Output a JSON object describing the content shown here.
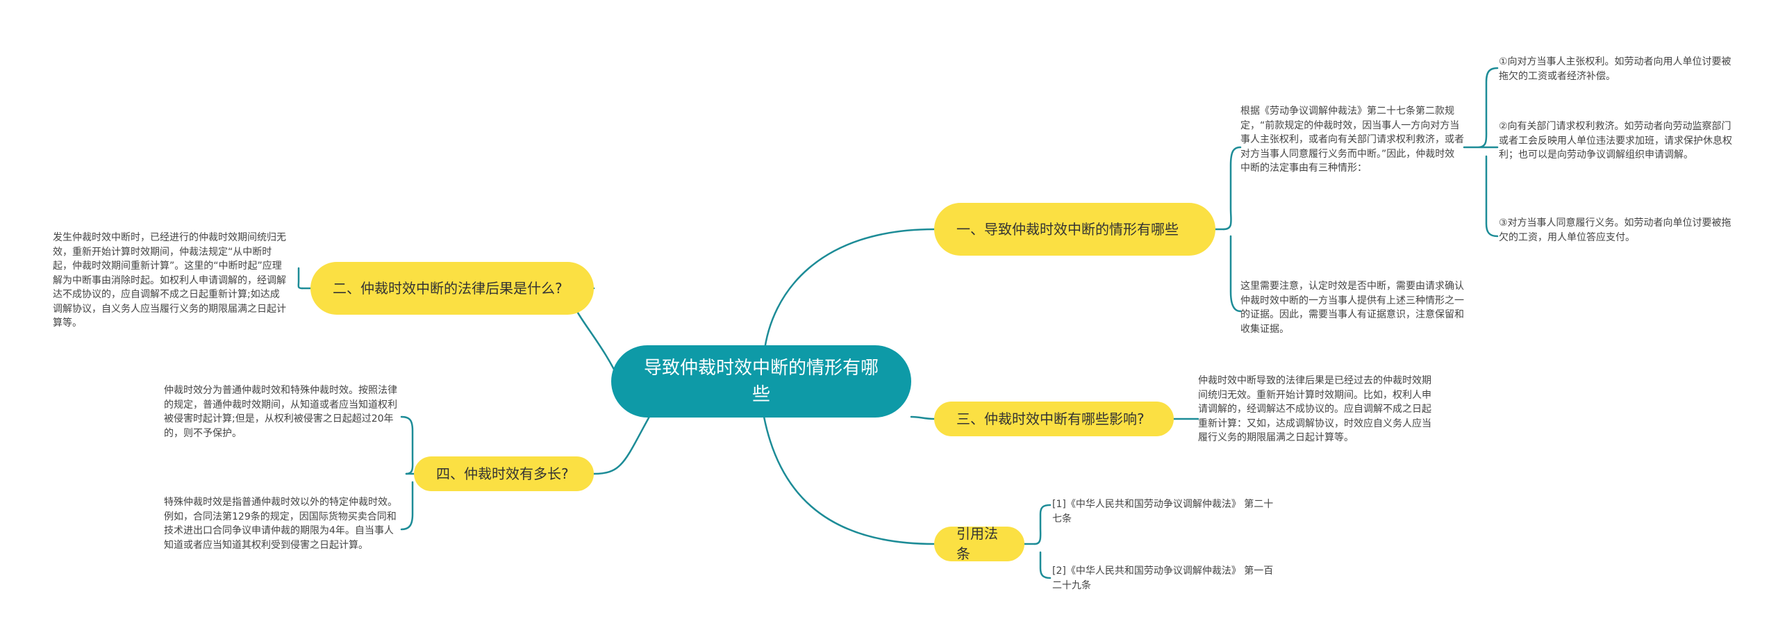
{
  "colors": {
    "root": "#0e9aa7",
    "branch": "#fbe043",
    "link": "#1d8c97",
    "text": "#444444"
  },
  "root": {
    "label": "导致仲裁时效中断的情形有哪些"
  },
  "branches": {
    "b1": {
      "label": "一、导致仲裁时效中断的情形有哪些"
    },
    "b2": {
      "label": "二、仲裁时效中断的法律后果是什么?"
    },
    "b3": {
      "label": "三、仲裁时效中断有哪些影响?"
    },
    "b4": {
      "label": "四、仲裁时效有多长?"
    },
    "b5": {
      "label": "引用法条"
    }
  },
  "leaves": {
    "b1_main": "根据《劳动争议调解仲裁法》第二十七条第二款规定，“前款规定的仲裁时效，因当事人一方向对方当事人主张权利，或者向有关部门请求权利救济，或者对方当事人同意履行义务而中断。”因此，仲裁时效中断的法定事由有三种情形：",
    "b1_note": "这里需要注意，认定时效是否中断，需要由请求确认仲裁时效中断的一方当事人提供有上述三种情形之一的证据。因此，需要当事人有证据意识，注意保留和收集证据。",
    "c1": "①向对方当事人主张权利。如劳动者向用人单位讨要被拖欠的工资或者经济补偿。",
    "c2": "②向有关部门请求权利救济。如劳动者向劳动监察部门或者工会反映用人单位违法要求加班，请求保护休息权利；也可以是向劳动争议调解组织申请调解。",
    "c3": "③对方当事人同意履行义务。如劳动者向单位讨要被拖欠的工资，用人单位答应支付。",
    "b2_text": "发生仲裁时效中断时，已经进行的仲裁时效期间统归无效，重新开始计算时效期间，仲裁法规定“从中断时起，仲裁时效期间重新计算”。这里的“中断时起”应理解为中断事由消除时起。如权利人申请调解的，经调解达不成协议的，应自调解不成之日起重新计算;如达成调解协议，自义务人应当履行义务的期限届满之日起计算等。",
    "b3_text": "仲裁时效中断导致的法律后果是已经过去的仲裁时效期间统归无效。重新开始计算时效期间。比如，权利人申请调解的，经调解达不成协议的。应自调解不成之日起重新计算：又如，达成调解协议，时效应自义务人应当履行义务的期限届满之日起计算等。",
    "b4_a": "仲裁时效分为普通仲裁时效和特殊仲裁时效。按照法律的规定，普通仲裁时效期间，从知道或者应当知道权利被侵害时起计算;但是，从权利被侵害之日起超过20年的，则不予保护。",
    "b4_b": "特殊仲裁时效是指普通仲裁时效以外的特定仲裁时效。例如，合同法第129条的规定，因国际货物买卖合同和技术进出口合同争议申请仲裁的期限为4年。自当事人知道或者应当知道其权利受到侵害之日起计算。",
    "b5_a": "[1]《中华人民共和国劳动争议调解仲裁法》 第二十七条",
    "b5_b": "[2]《中华人民共和国劳动争议调解仲裁法》 第一百二十九条"
  }
}
